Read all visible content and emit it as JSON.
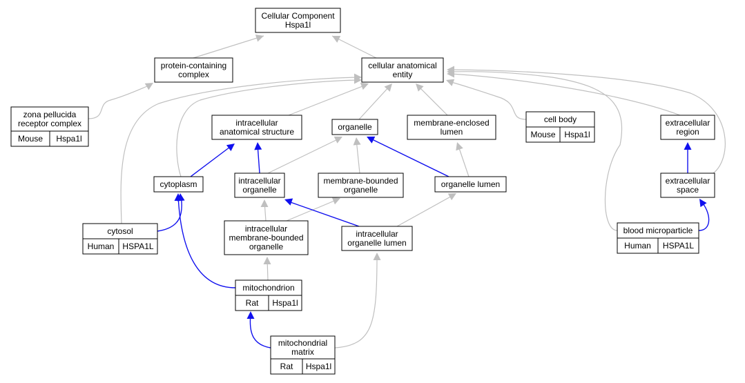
{
  "colors": {
    "edge_gray": "#bfbfbf",
    "edge_blue": "#1010ee",
    "mouse": "#add8e6",
    "human": "#f2674a",
    "rat": "#ffd700"
  },
  "nodes": {
    "root": {
      "lines": [
        "Cellular Component",
        "Hspa1l"
      ]
    },
    "protein_containing_complex": {
      "lines": [
        "protein-containing",
        "complex"
      ]
    },
    "cellular_anatomical_entity": {
      "lines": [
        "cellular anatomical",
        "entity"
      ]
    },
    "zona_pellucida": {
      "lines": [
        "zona pellucida",
        "receptor complex"
      ],
      "species": "Mouse",
      "gene": "Hspa1l"
    },
    "intracellular_anatomical_structure": {
      "lines": [
        "intracellular",
        "anatomical structure"
      ]
    },
    "organelle": {
      "lines": [
        "organelle"
      ]
    },
    "membrane_enclosed_lumen": {
      "lines": [
        "membrane-enclosed",
        "lumen"
      ]
    },
    "cell_body": {
      "lines": [
        "cell body"
      ],
      "species": "Mouse",
      "gene": "Hspa1l"
    },
    "extracellular_region": {
      "lines": [
        "extracellular",
        "region"
      ]
    },
    "cytoplasm": {
      "lines": [
        "cytoplasm"
      ]
    },
    "intracellular_organelle": {
      "lines": [
        "intracellular",
        "organelle"
      ]
    },
    "membrane_bounded_organelle": {
      "lines": [
        "membrane-bounded",
        "organelle"
      ]
    },
    "organelle_lumen": {
      "lines": [
        "organelle lumen"
      ]
    },
    "extracellular_space": {
      "lines": [
        "extracellular",
        "space"
      ]
    },
    "cytosol": {
      "lines": [
        "cytosol"
      ],
      "species": "Human",
      "gene": "HSPA1L"
    },
    "intracellular_membrane_bounded_organelle": {
      "lines": [
        "intracellular",
        "membrane-bounded",
        "organelle"
      ]
    },
    "intracellular_organelle_lumen": {
      "lines": [
        "intracellular",
        "organelle lumen"
      ]
    },
    "blood_microparticle": {
      "lines": [
        "blood microparticle"
      ],
      "species": "Human",
      "gene": "HSPA1L"
    },
    "mitochondrion": {
      "lines": [
        "mitochondrion"
      ],
      "species": "Rat",
      "gene": "Hspa1l"
    },
    "mitochondrial_matrix": {
      "lines": [
        "mitochondrial",
        "matrix"
      ],
      "species": "Rat",
      "gene": "Hspa1l"
    }
  },
  "edges": [
    {
      "from": "protein_containing_complex",
      "to": "root",
      "kind": "is_a"
    },
    {
      "from": "cellular_anatomical_entity",
      "to": "root",
      "kind": "is_a"
    },
    {
      "from": "zona_pellucida",
      "to": "protein_containing_complex",
      "kind": "is_a"
    },
    {
      "from": "intracellular_anatomical_structure",
      "to": "cellular_anatomical_entity",
      "kind": "is_a"
    },
    {
      "from": "organelle",
      "to": "cellular_anatomical_entity",
      "kind": "is_a"
    },
    {
      "from": "membrane_enclosed_lumen",
      "to": "cellular_anatomical_entity",
      "kind": "is_a"
    },
    {
      "from": "cell_body",
      "to": "cellular_anatomical_entity",
      "kind": "is_a"
    },
    {
      "from": "extracellular_region",
      "to": "cellular_anatomical_entity",
      "kind": "is_a"
    },
    {
      "from": "cytoplasm",
      "to": "cellular_anatomical_entity",
      "kind": "is_a"
    },
    {
      "from": "cytosol",
      "to": "cellular_anatomical_entity",
      "kind": "is_a"
    },
    {
      "from": "blood_microparticle",
      "to": "cellular_anatomical_entity",
      "kind": "is_a"
    },
    {
      "from": "extracellular_space",
      "to": "cellular_anatomical_entity",
      "kind": "is_a"
    },
    {
      "from": "cytoplasm",
      "to": "intracellular_anatomical_structure",
      "kind": "part_of"
    },
    {
      "from": "intracellular_organelle",
      "to": "intracellular_anatomical_structure",
      "kind": "part_of"
    },
    {
      "from": "intracellular_organelle",
      "to": "organelle",
      "kind": "is_a"
    },
    {
      "from": "membrane_bounded_organelle",
      "to": "organelle",
      "kind": "is_a"
    },
    {
      "from": "organelle_lumen",
      "to": "organelle",
      "kind": "part_of"
    },
    {
      "from": "organelle_lumen",
      "to": "membrane_enclosed_lumen",
      "kind": "is_a"
    },
    {
      "from": "extracellular_space",
      "to": "extracellular_region",
      "kind": "part_of"
    },
    {
      "from": "cytosol",
      "to": "cytoplasm",
      "kind": "part_of"
    },
    {
      "from": "mitochondrion",
      "to": "cytoplasm",
      "kind": "part_of"
    },
    {
      "from": "intracellular_membrane_bounded_organelle",
      "to": "intracellular_organelle",
      "kind": "is_a"
    },
    {
      "from": "intracellular_membrane_bounded_organelle",
      "to": "membrane_bounded_organelle",
      "kind": "is_a"
    },
    {
      "from": "intracellular_organelle_lumen",
      "to": "intracellular_organelle",
      "kind": "part_of"
    },
    {
      "from": "intracellular_organelle_lumen",
      "to": "organelle_lumen",
      "kind": "is_a"
    },
    {
      "from": "blood_microparticle",
      "to": "extracellular_space",
      "kind": "part_of"
    },
    {
      "from": "mitochondrion",
      "to": "intracellular_membrane_bounded_organelle",
      "kind": "is_a"
    },
    {
      "from": "mitochondrial_matrix",
      "to": "mitochondrion",
      "kind": "part_of"
    },
    {
      "from": "mitochondrial_matrix",
      "to": "intracellular_organelle_lumen",
      "kind": "is_a"
    }
  ]
}
